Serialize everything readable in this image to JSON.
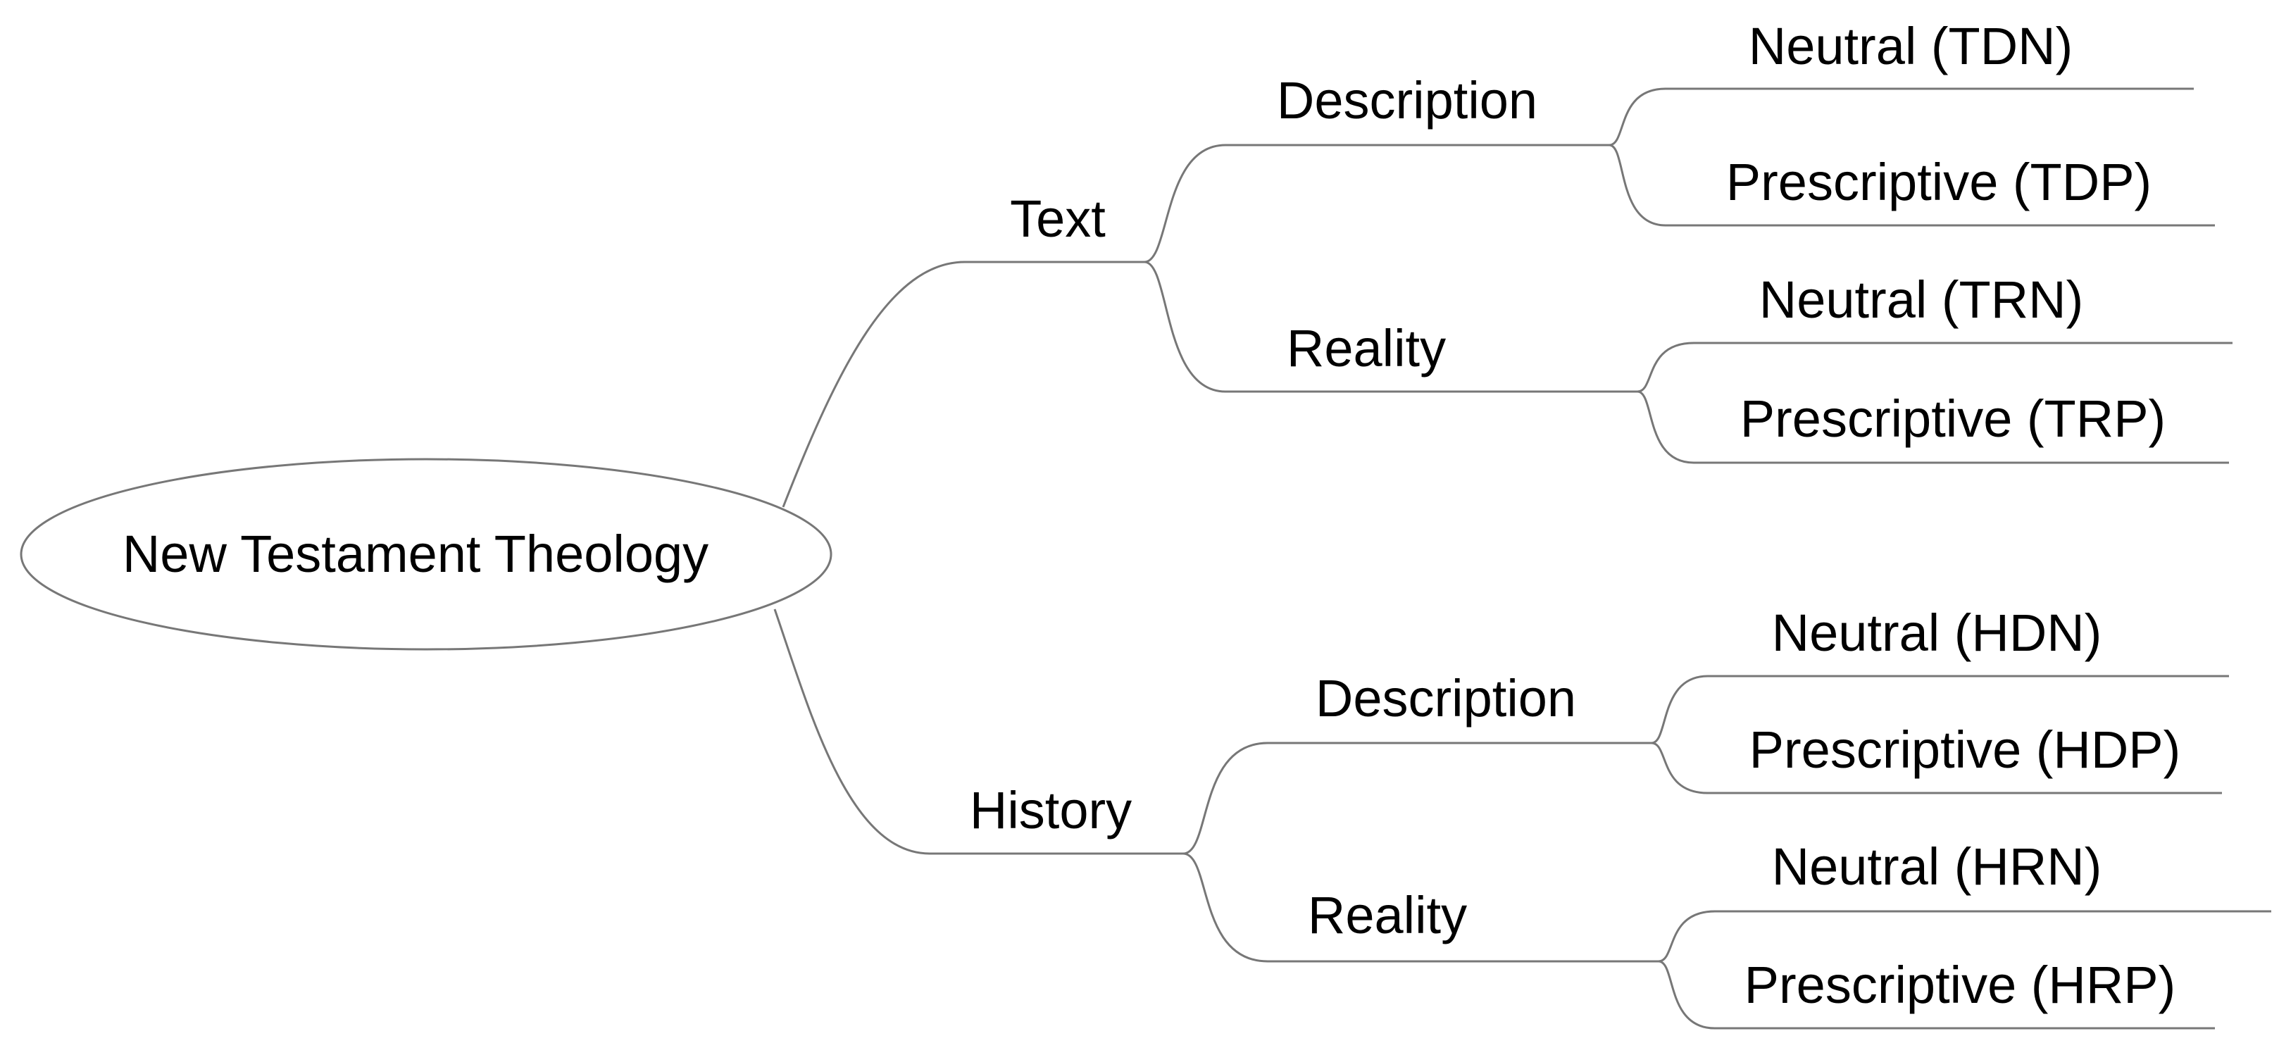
{
  "root": {
    "label": "New Testament Theology"
  },
  "branches": [
    {
      "label": "Text",
      "children": [
        {
          "label": "Description",
          "leaves": [
            "Neutral (TDN)",
            "Prescriptive (TDP)"
          ]
        },
        {
          "label": "Reality",
          "leaves": [
            "Neutral (TRN)",
            "Prescriptive (TRP)"
          ]
        }
      ]
    },
    {
      "label": "History",
      "children": [
        {
          "label": "Description",
          "leaves": [
            "Neutral (HDN)",
            "Prescriptive (HDP)"
          ]
        },
        {
          "label": "Reality",
          "leaves": [
            "Neutral (HRN)",
            "Prescriptive (HRP)"
          ]
        }
      ]
    }
  ],
  "colors": {
    "line": "#777777",
    "text": "#000000",
    "background": "#ffffff"
  }
}
